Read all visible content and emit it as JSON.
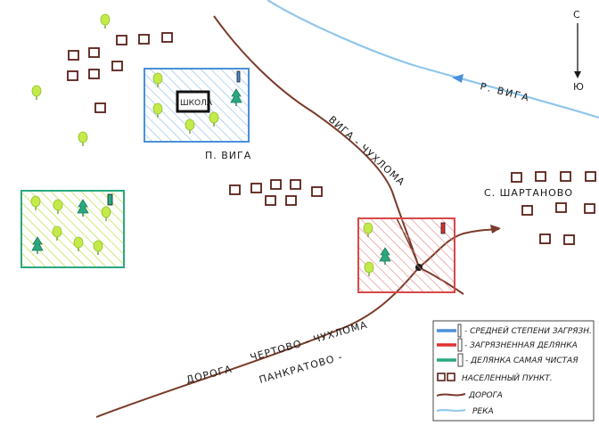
{
  "compass": {
    "north": "С",
    "south": "Ю"
  },
  "river": {
    "label": "Р. ВИГА"
  },
  "school": {
    "label": "ШКОЛА"
  },
  "settlements": {
    "vigа": "П. ВИГА",
    "shartanovo": "С. ШАРТАНОВО"
  },
  "roads": {
    "viga_chukhloma": "ВИГА - ЧУХЛОМА",
    "road_prefix": "ДОРОГА",
    "chertovo_chukhloma": "ЧЕРТОВО - ЧУХЛОМА",
    "pankratovo": "ПАНКРАТОВО -"
  },
  "legend": {
    "items": [
      {
        "label": "- СРЕДНЕЙ СТЕПЕНИ ЗАГРЯЗН.",
        "color": "#4a90d9",
        "symbol": "I"
      },
      {
        "label": "- ЗАГРЯЗНЕННАЯ ДЕЛЯНКА",
        "color": "#e03030",
        "symbol": "II"
      },
      {
        "label": "- ДЕЛЯНКА САМАЯ ЧИСТАЯ",
        "color": "#2aa880",
        "symbol": "III"
      },
      {
        "label": "НАСЕЛЕННЫЙ ПУНКТ.",
        "color": "#6b2b20",
        "symbol": "house"
      },
      {
        "label": "ДОРОГА",
        "color": "#7a3b2a",
        "symbol": "road"
      },
      {
        "label": "РЕКА",
        "color": "#8fc6ea",
        "symbol": "river"
      }
    ]
  },
  "colors": {
    "road": "#7a3b2a",
    "river": "#8fc6ea",
    "house": "#5a2018",
    "tree": "#b5e23c",
    "plot_blue": "#4a90d9",
    "plot_red": "#d84848",
    "plot_green": "#2aa880"
  }
}
